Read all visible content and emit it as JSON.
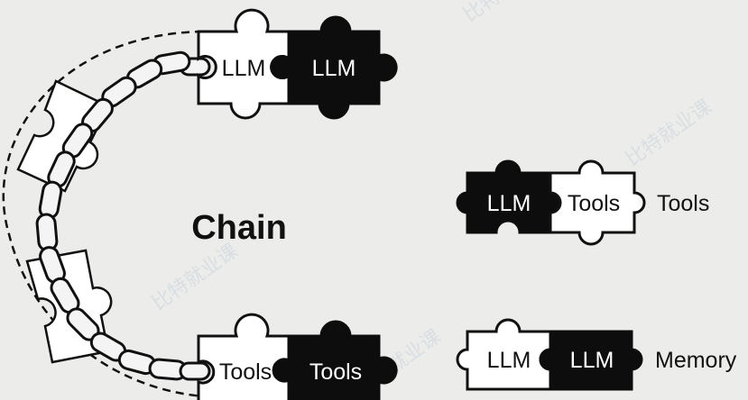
{
  "diagram": {
    "title": "Chain",
    "top_pair": {
      "left": "LLM",
      "right": "LLM"
    },
    "bottom_pair": {
      "left": "Tools",
      "right": "Tools"
    },
    "right_rows": [
      {
        "left": "LLM",
        "right": "Tools",
        "side_label": "Tools"
      },
      {
        "left": "LLM",
        "right": "LLM",
        "side_label": "Memory"
      }
    ],
    "watermark": "比特就业课",
    "colors": {
      "black_piece": "#0d0d0d",
      "white_piece": "#ffffff",
      "background": "#ececea",
      "chain_fill": "#f4f4f4"
    }
  }
}
